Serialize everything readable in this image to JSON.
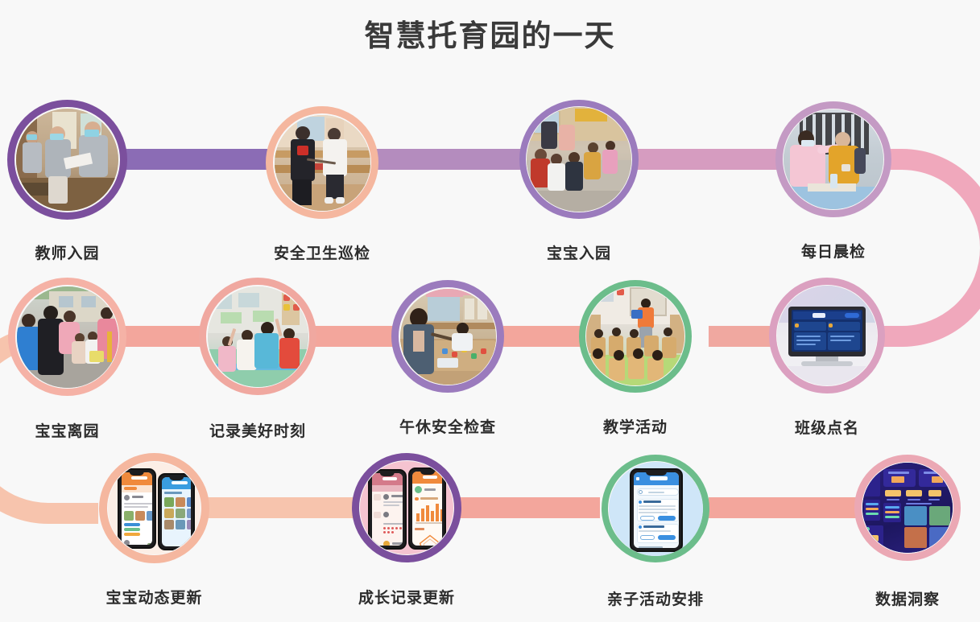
{
  "title": "智慧托育园的一天",
  "theme": {
    "background": "#f8f8f8",
    "title_color": "#3a3a3a",
    "label_color": "#2c2c2c",
    "ring_purple_dark": "#7b4f9d",
    "ring_purple_mid": "#9b7bbd",
    "ring_purple_light": "#b48cbe",
    "ring_pink": "#dba0c0",
    "ring_pink_soft": "#f0a8a0",
    "ring_peach": "#f5b79f",
    "ring_green": "#6cbd8b",
    "connector_purple": "#8b6cb5",
    "connector_mauve": "#b48cbe",
    "connector_pink": "#d69cc0",
    "connector_pink_light": "#f0a8bc",
    "connector_salmon": "#f3a69c",
    "connector_peach": "#f7c4ad"
  },
  "flow": {
    "rows": [
      {
        "direction": "left-to-right",
        "nodes": [
          {
            "id": "teacher-arrival",
            "label": "教师入园",
            "ring": "#7b4f9d",
            "ring_width": 9
          },
          {
            "id": "safety-hygiene-inspection",
            "label": "安全卫生巡检",
            "ring": "#f5b79f",
            "ring_width": 9
          },
          {
            "id": "baby-arrival",
            "label": "宝宝入园",
            "ring": "#9b7bbd",
            "ring_width": 8
          },
          {
            "id": "daily-morning-check",
            "label": "每日晨检",
            "ring": "#c49ac4",
            "ring_width": 9
          }
        ],
        "connectors": [
          {
            "from": "teacher-arrival",
            "to": "safety-hygiene-inspection",
            "color": "#8b6cb5"
          },
          {
            "from": "safety-hygiene-inspection",
            "to": "baby-arrival",
            "color": "#b48cbe"
          },
          {
            "from": "baby-arrival",
            "to": "daily-morning-check",
            "color": "#d69cc0"
          }
        ]
      },
      {
        "direction": "right-to-left",
        "nodes": [
          {
            "id": "baby-departure",
            "label": "宝宝离园",
            "ring": "#f5b2a6",
            "ring_width": 9
          },
          {
            "id": "record-good-moments",
            "label": "记录美好时刻",
            "ring": "#f0a8a0",
            "ring_width": 9
          },
          {
            "id": "nap-safety-check",
            "label": "午休安全检查",
            "ring": "#9b7bbd",
            "ring_width": 9
          },
          {
            "id": "teaching-activity",
            "label": "教学活动",
            "ring": "#6cbd8b",
            "ring_width": 8
          },
          {
            "id": "class-roll-call",
            "label": "班级点名",
            "ring": "#dba0c0",
            "ring_width": 9
          }
        ],
        "connectors": [
          {
            "from": "class-roll-call",
            "to": "teaching-activity",
            "color": "#f0a8a0"
          },
          {
            "from": "teaching-activity",
            "to": "nap-safety-check",
            "color": "#f3a69c"
          },
          {
            "from": "nap-safety-check",
            "to": "record-good-moments",
            "color": "#f3a69c"
          },
          {
            "from": "record-good-moments",
            "to": "baby-departure",
            "color": "#f3a69c"
          }
        ]
      },
      {
        "direction": "left-to-right",
        "nodes": [
          {
            "id": "baby-status-update",
            "label": "宝宝动态更新",
            "ring": "#f5b79f",
            "ring_width": 10
          },
          {
            "id": "growth-record-update",
            "label": "成长记录更新",
            "ring": "#7b4f9d",
            "ring_width": 9
          },
          {
            "id": "parent-child-activity",
            "label": "亲子活动安排",
            "ring": "#6cbd8b",
            "ring_width": 8
          },
          {
            "id": "data-insight",
            "label": "数据洞察",
            "ring": "#eba8b4",
            "ring_width": 9
          }
        ],
        "connectors": [
          {
            "from": "baby-status-update",
            "to": "growth-record-update",
            "color": "#f7c4ad"
          },
          {
            "from": "growth-record-update",
            "to": "parent-child-activity",
            "color": "#f3a69c"
          },
          {
            "from": "parent-child-activity",
            "to": "data-insight",
            "color": "#f3a69c"
          }
        ]
      }
    ],
    "row_turns": [
      {
        "id": "turn-right-row1-row2",
        "side": "right",
        "color": "#f0a8bc"
      },
      {
        "id": "turn-left-row2-row3",
        "side": "left",
        "color": "#f7c4ad"
      }
    ]
  }
}
